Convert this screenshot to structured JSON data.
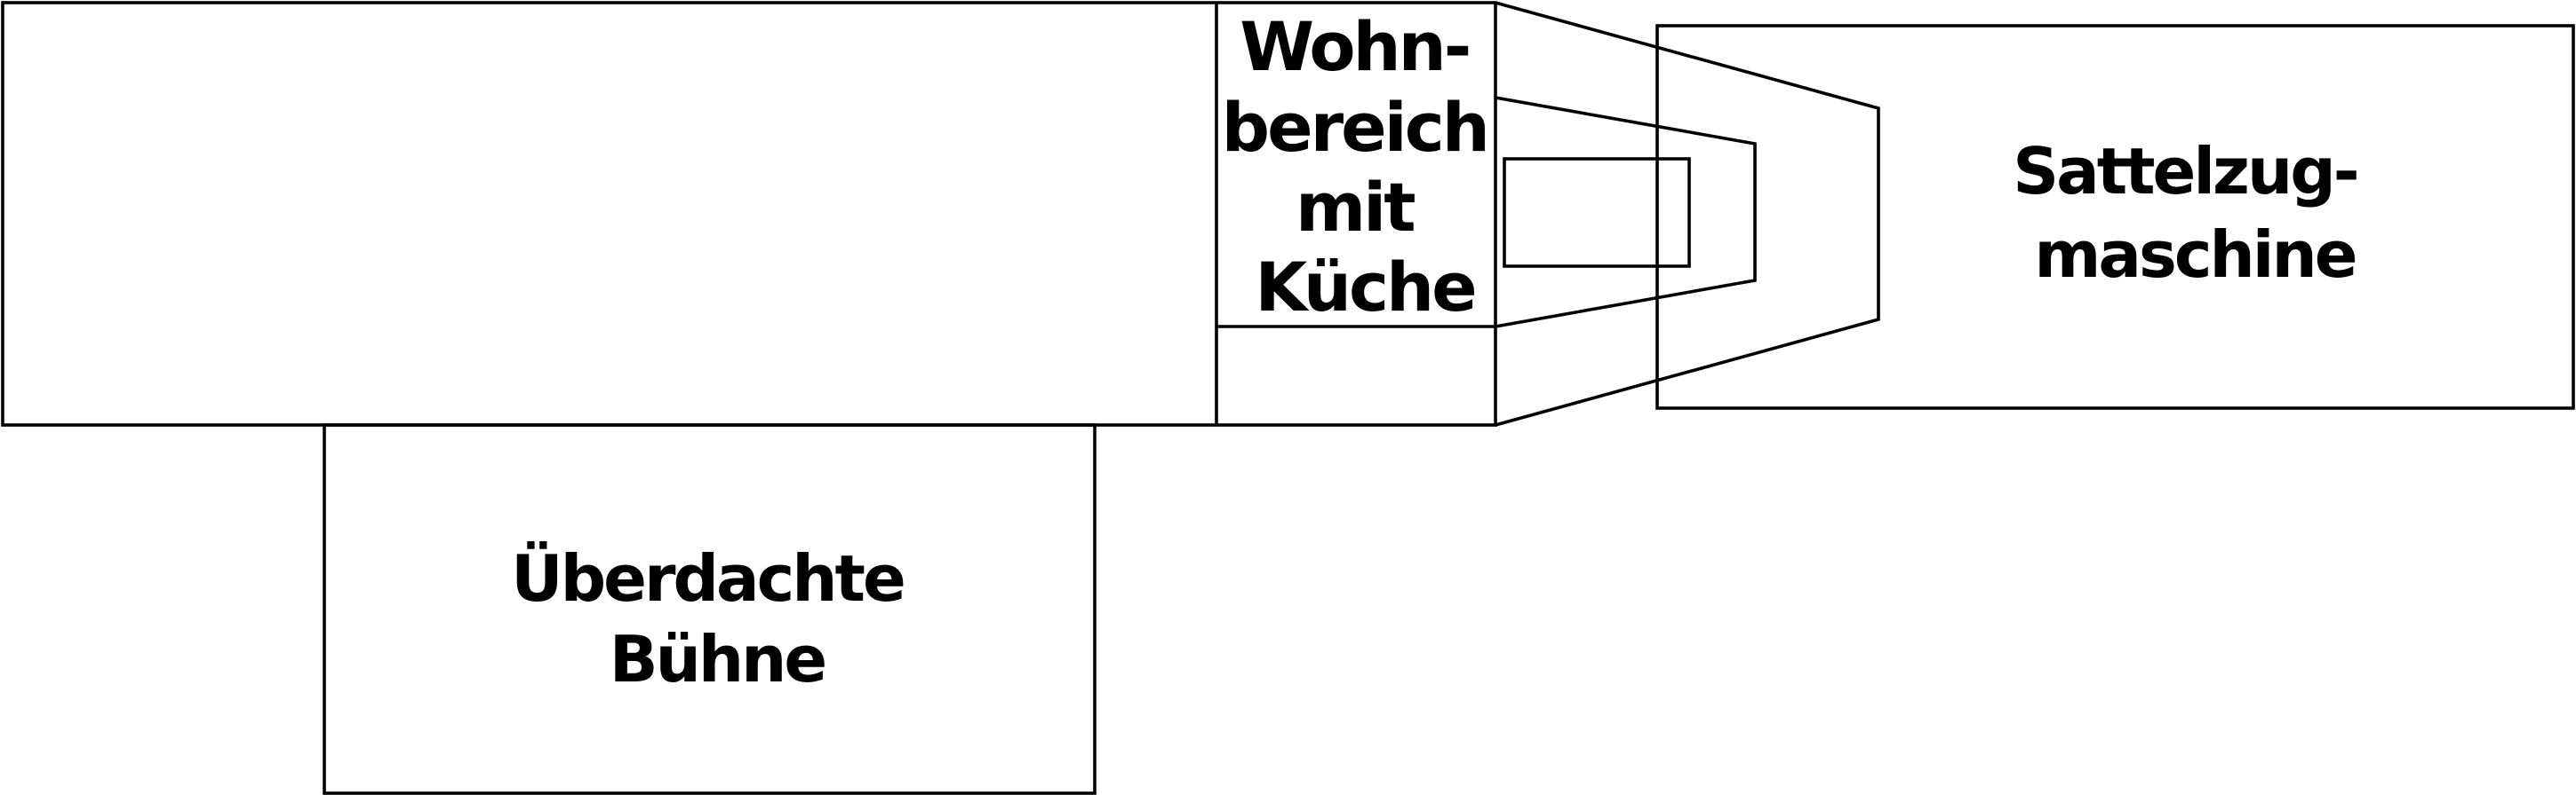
{
  "labels": {
    "living_area": [
      "Wohn-",
      "bereich",
      "mit",
      "Küche"
    ],
    "tractor": [
      "Sattelzug-",
      "maschine"
    ],
    "stage": [
      "Überdachte",
      "Bühne"
    ]
  },
  "colors": {
    "line": "#000000",
    "background": "#ffffff"
  }
}
